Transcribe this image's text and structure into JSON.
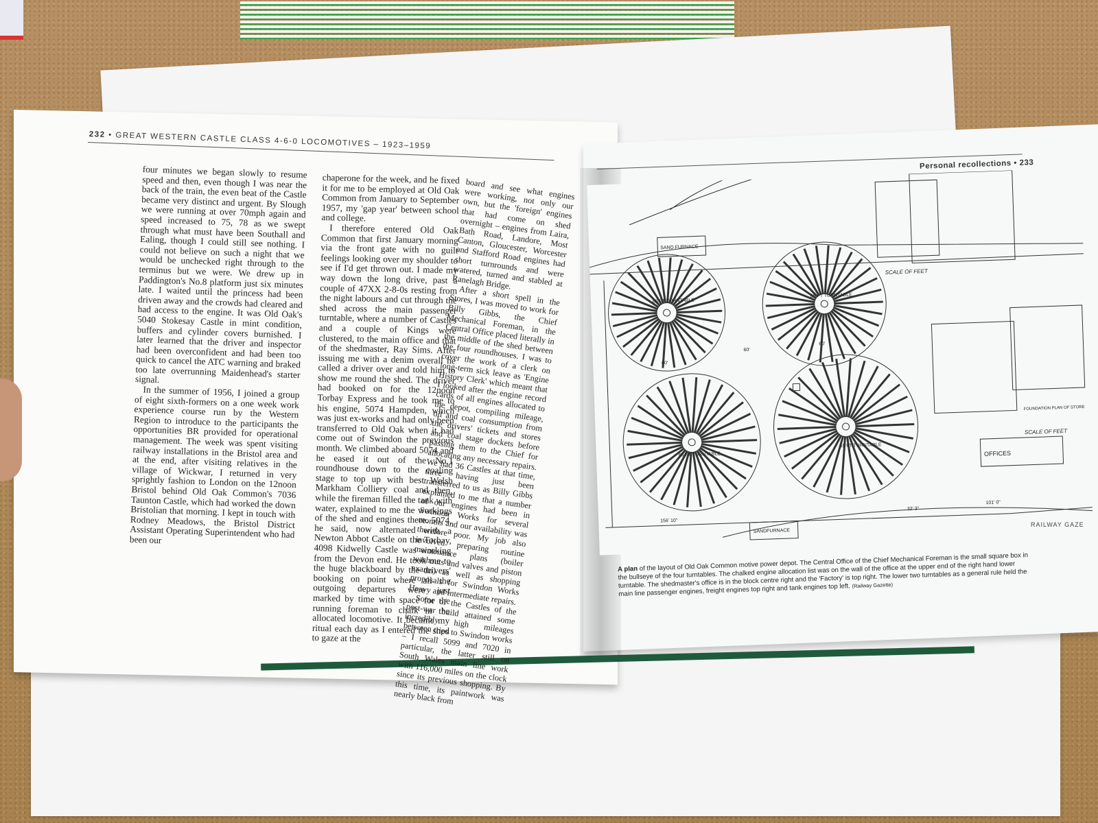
{
  "left_page": {
    "page_number": "232",
    "running_head": "GREAT WESTERN CASTLE CLASS 4-6-0 LOCOMOTIVES – 1923–1959",
    "columns": [
      {
        "paragraphs": [
          "four minutes we began slowly to resume speed and then, even though I was near the back of the train, the even beat of the Castle became very distinct and urgent. By Slough we were running at over 70mph again and speed increased to 75, 78 as we swept through what must have been Southall and Ealing, though I could still see nothing. I could not believe on such a night that we would be unchecked right through to the terminus but we were. We drew up in Paddington's No.8 platform just six minutes late. I waited until the princess had been driven away and the crowds had cleared and had access to the engine. It was Old Oak's 5040 Stokesay Castle in mint condition, buffers and cylinder covers burnished. I later learned that the driver and inspector had been overconfident and had been too quick to cancel the ATC warning and braked too late overrunning Maidenhead's starter signal.",
          "In the summer of 1956, I joined a group of eight sixth-formers on a one week work experience course run by the Western Region to introduce to the participants the opportunities BR provided for operational management. The week was spent visiting railway installations in the Bristol area and at the end, after visiting relatives in the village of Wickwar, I returned in very sprightly fashion to London on the 12noon Bristol behind Old Oak Common's 7036 Taunton Castle, which had worked the down Bristolian that morning. I kept in touch with Rodney Meadows, the Bristol District Assistant Operating Superintendent who had been our"
        ]
      },
      {
        "paragraphs": [
          "chaperone for the week, and he fixed it for me to be employed at Old Oak Common from January to September 1957, my 'gap year' between school and college.",
          "I therefore entered Old Oak Common that first January morning via the front gate with no guilt feelings looking over my shoulder to see if I'd get thrown out. I made my way down the long drive, past a couple of 47XX 2-8-0s resting from the night labours and cut through the shed across the main passenger turntable, where a number of Castles and a couple of Kings were clustered, to the main office and that of the shedmaster, Ray Sims. After issuing me with a denim overall he called a driver over and told him to show me round the shed. The driver had booked on for the 12noon Torbay Express and he took me to his engine, 5074 Hampden, which was just ex-works and had only been transferred to Old Oak when it had come out of Swindon the previous month. We climbed aboard 5074 and he eased it out of the No.1 roundhouse down to the coaling stage to top up with best Welsh Markham Colliery coal and then, while the fireman filled the tank with water, explained to me the workings of the shed and engines there. 5074, he said, now alternated with a Newton Abbot Castle on the Torbay, 4098 Kidwelly Castle was working from the Devon end. He took me to the huge blackboard by the drivers' booking on point where all the outgoing departures were just marked by time with space for the running foreman to chalk in the allocated locomotive. It became my ritual each day as I entered the shed to gaze at the"
        ]
      },
      {
        "paragraphs": [
          "board and see what engines were working, not only our own, but the 'foreign' engines that had come on shed overnight – engines from Laira, Bath Road, Landore, Most Canton, Gloucester, Worcester and Stafford Road engines had short turnrounds and were watered, turned and stabled at Ranelagh Bridge.",
          "After a short spell in the Stores, I was moved to work for Billy Gibbs, the Chief Mechanical Foreman, in the Central Office placed literally in the middle of the shed between the four roundhouses. I was to cover the work of a clerk on long-term sick leave as 'Engine History Clerk' which meant that I looked after the engine record cards of all engines allocated to the depot, compiling mileage, oil and coal consumption from the drivers' tickets and stores and coal stage dockets before passing them to the Chief for allocating any necessary repairs. We had 36 Castles at that time, three having just been transferred to us as Billy Gibbs explained to me that a number of our engines had been in Swindon Works for several months and our availability was therefore poor. My job also involved preparing routine maintenance plans (boiler washouts and valves and piston exams) as well as shopping proposals for Swindon Works Heavy and Intermediate repairs.",
          "Some of the Castles of the post-war build attained some incredibly high mileages between trips to Swindon works – I recall 5099 and 7020 in particular, the latter still on South Wales main line work with 116,000 miles on the clock since its previous shopping. By this time, its paintwork was nearly black from"
        ]
      }
    ]
  },
  "right_page": {
    "page_number": "233",
    "running_head": "Personal recollections",
    "separator": "•",
    "figure": {
      "labels": {
        "turntable_a": "65 FT TURNTABLE",
        "turntable_b": "65 FT TURNTABLE",
        "turntable_c": "65 FT TURNTABLE",
        "turntable_d": "65 FT TURNTABLE",
        "scale_of_feet": "SCALE OF FEET",
        "scale_of_feet_2": "SCALE OF FEET",
        "sand_furnace_top": "SAND FURNACE",
        "sand_furnace_bottom": "SANDFURNACE",
        "foundation_plan": "FOUNDATION PLAN OF STORE",
        "offices": "OFFICES",
        "dim_101": "101' 0\"",
        "dim_156": "156' 10\"",
        "dim_32": "32' 3\"",
        "dim_60a": "60'",
        "dim_60b": "60'",
        "dim_60c": "60'"
      }
    },
    "caption_lead": "A plan",
    "caption_text": "of the layout of Old Oak Common motive power depot. The Central Office of the Chief Mechanical Foreman is the small square box in the bullseye of the four turntables. The chalked engine allocation list was on the wall of the office at the upper end of the right hand lower turntable. The shedmaster's office is in the block centre right and the 'Factory' is top right. The lower two turntables as a general rule held the main line passenger engines, freight engines top right and tank engines top left.",
    "caption_source": "(Railway Gazette)",
    "side_credit": "RAILWAY GAZE"
  }
}
